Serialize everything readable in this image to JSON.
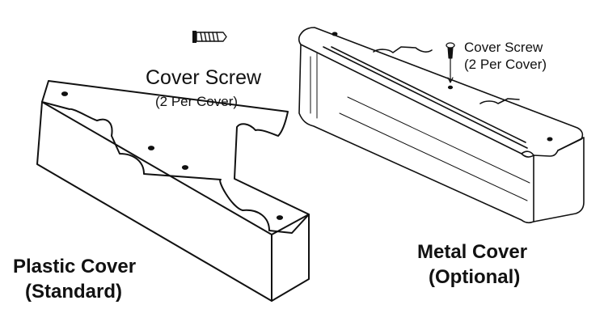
{
  "colors": {
    "ink": "#111111",
    "background": "#ffffff"
  },
  "plastic_cover": {
    "screw_label": "Cover Screw",
    "screw_qty": "(2 Per Cover)",
    "title": "Plastic Cover",
    "subtitle": "(Standard)"
  },
  "metal_cover": {
    "screw_label": "Cover Screw",
    "screw_qty": "(2 Per Cover)",
    "title": "Metal Cover",
    "subtitle": "(Optional)"
  }
}
